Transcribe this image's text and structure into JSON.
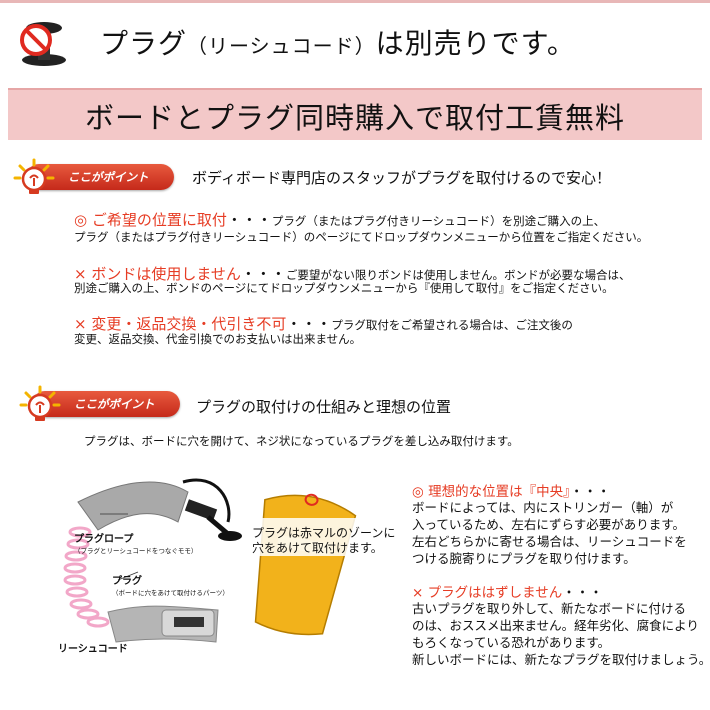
{
  "notice": {
    "prefix": "プラグ",
    "paren": "（リーシュコード）",
    "suffix": "は別売りです。",
    "icon": "no-plug-icon"
  },
  "banner": {
    "text": "ボードとプラグ同時購入で取付工賃無料"
  },
  "badge": {
    "label": "ここがポイント",
    "icon": "lightbulb-icon"
  },
  "section1": {
    "title": "ボディボード専門店のスタッフがプラグを取付けるので安心！",
    "points": [
      {
        "head": "◎ ご希望の位置に取付",
        "dots": "・・・",
        "after": "プラグ（またはプラグ付きリーシュコード）を別途ご購入の上、",
        "line2": "プラグ（またはプラグ付きリーシュコード）のページにてドロップダウンメニューから位置をご指定ください。"
      },
      {
        "head": "× ボンドは使用しません",
        "dots": "・・・",
        "after": "ご要望がない限りボンドは使用しません。ボンドが必要な場合は、",
        "line2": "別途ご購入の上、ボンドのページにてドロップダウンメニューから『使用して取付』をご指定ください。"
      },
      {
        "head": "× 変更・返品交換・代引き不可",
        "dots": "・・・",
        "after": "プラグ取付をご希望される場合は、ご注文後の",
        "line2": "変更、返品交換、代金引換でのお支払いは出来ません。"
      }
    ]
  },
  "section2": {
    "title": "プラグの取付けの仕組みと理想の位置",
    "intro": "プラグは、ボードに穴を開けて、ネジ状になっているプラグを差し込み取付けます。"
  },
  "diagram": {
    "plug_rope": "プラグロープ",
    "plug_rope_sub": "（プラグとリーシュコードをつなぐモモ）",
    "plug": "プラグ",
    "plug_sub": "（ボードに穴をあけて取付けるパーツ）",
    "leash": "リーシュコード",
    "note_line1": "プラグは赤マルのゾーンに",
    "note_line2": "穴をあけて取付けます。"
  },
  "right": {
    "block1": {
      "head": "◎ 理想的な位置は『中央』",
      "dots": "・・・",
      "lines": [
        "ボードによっては、内にストリンガー（軸）が",
        "入っているため、左右にずらす必要があります。",
        "左右どちらかに寄せる場合は、リーシュコードを",
        "つける腕寄りにプラグを取り付けます。"
      ]
    },
    "block2": {
      "head": "× プラグははずしません",
      "dots": "・・・",
      "lines": [
        "古いプラグを取り外して、新たなボードに付ける",
        "のは、おススメ出来ません。経年劣化、腐食により",
        "もろくなっている恐れがあります。",
        "新しいボードには、新たなプラグを取付けましょう。"
      ]
    }
  },
  "colors": {
    "accent": "#e63c24",
    "banner": "#f3c8c8",
    "board": "#f2b21b"
  }
}
